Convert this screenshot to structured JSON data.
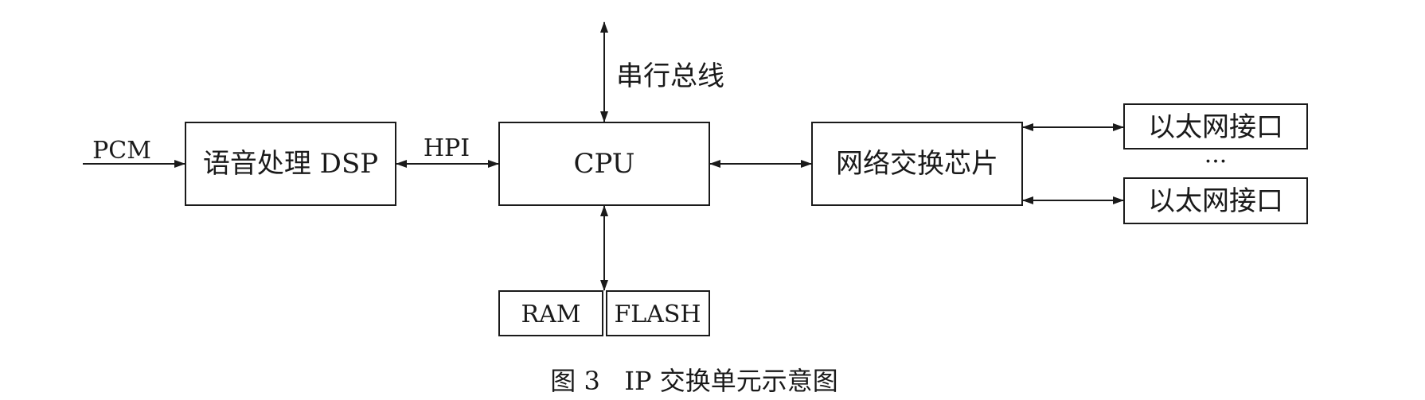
{
  "diagram": {
    "labels": {
      "pcm": "PCM",
      "hpi": "HPI",
      "serial_bus": "串行总线",
      "ellipsis": "···"
    },
    "blocks": {
      "dsp": "语音处理 DSP",
      "cpu": "CPU",
      "switch_chip": "网络交换芯片",
      "eth_top": "以太网接口",
      "eth_bottom": "以太网接口",
      "ram": "RAM",
      "flash": "FLASH"
    }
  },
  "caption": "图 3   IP 交换单元示意图"
}
